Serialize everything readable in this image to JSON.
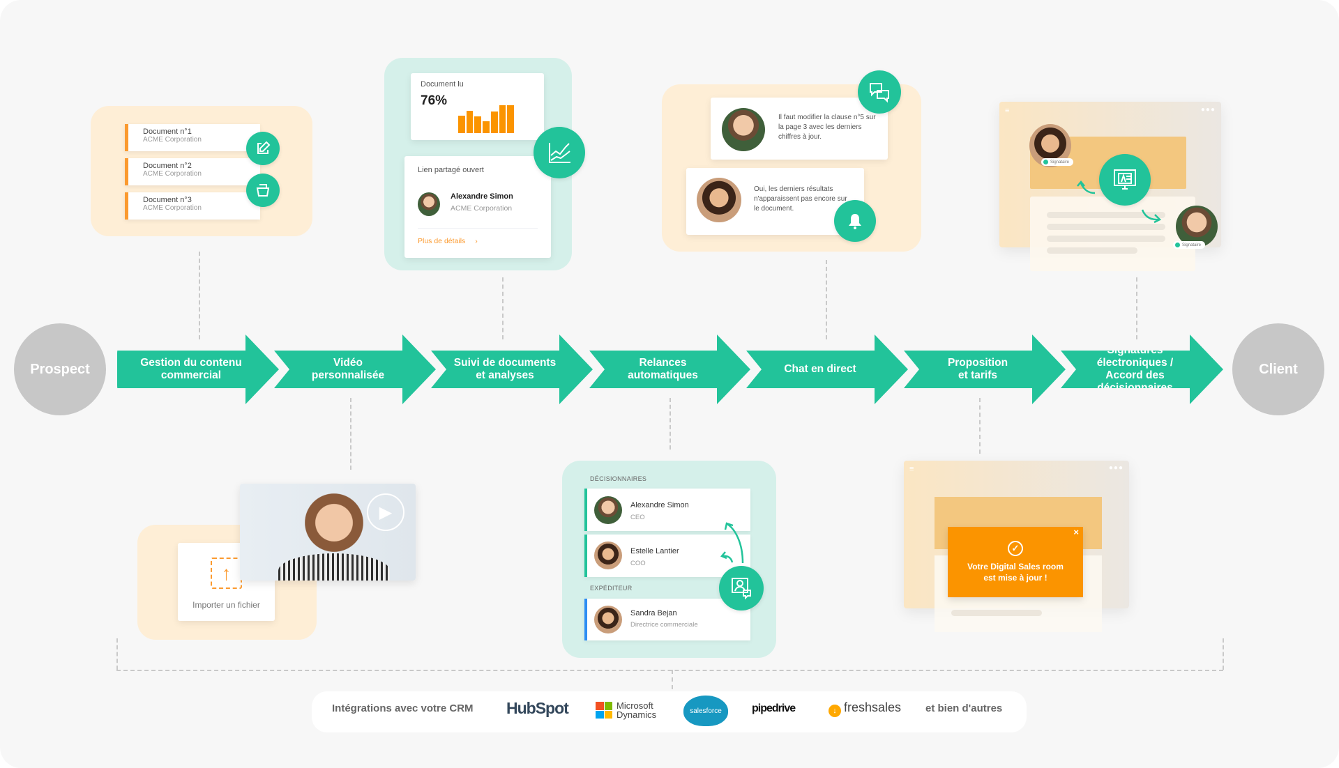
{
  "flow": {
    "start": "Prospect",
    "end": "Client",
    "steps": [
      {
        "line1": "Gestion du contenu",
        "line2": "commercial"
      },
      {
        "line1": "Vidéo",
        "line2": "personnalisée"
      },
      {
        "line1": "Suivi de documents",
        "line2": "et analyses"
      },
      {
        "line1": "Relances",
        "line2": "automatiques"
      },
      {
        "line1": "Chat en direct",
        "line2": ""
      },
      {
        "line1": "Proposition",
        "line2": "et tarifs"
      },
      {
        "line1": "Signatures électroniques /",
        "line2": "Accord des décisionnaires"
      }
    ]
  },
  "documents": [
    {
      "title": "Document n°1",
      "company": "ACME Corporation"
    },
    {
      "title": "Document n°2",
      "company": "ACME Corporation"
    },
    {
      "title": "Document n°3",
      "company": "ACME Corporation"
    }
  ],
  "tracking": {
    "doc_read_label": "Document lu",
    "doc_read_percent": "76%",
    "bars": [
      55,
      70,
      52,
      38,
      68,
      86,
      86
    ],
    "shared_link_label": "Lien partagé ouvert",
    "contact_name": "Alexandre Simon",
    "contact_company": "ACME Corporation",
    "details_link": "Plus de détails"
  },
  "chat": {
    "message1": "Il faut modifier la clause n°5 sur la page 3 avec les derniers chiffres à jour.",
    "message2": "Oui, les derniers résultats n'apparaissent pas encore sur le document."
  },
  "signature": {
    "badge1": "Signataire",
    "badge2": "Signataire"
  },
  "upload": {
    "label": "Importer un fichier"
  },
  "followup": {
    "decision_makers_label": "DÉCISIONNAIRES",
    "sender_label": "EXPÉDITEUR",
    "people": [
      {
        "name": "Alexandre Simon",
        "role": "CEO"
      },
      {
        "name": "Estelle Lantier",
        "role": "COO"
      },
      {
        "name": "Sandra Bejan",
        "role": "Directrice commerciale"
      }
    ]
  },
  "notification": {
    "line1": "Votre Digital Sales room",
    "line2": "est mise à jour !",
    "close": "×"
  },
  "crm": {
    "label": "Intégrations avec votre CRM",
    "logos": {
      "hubspot": "HubSpot",
      "microsoft1": "Microsoft",
      "microsoft2": "Dynamics",
      "salesforce": "salesforce",
      "pipedrive": "pipedrive",
      "freshsales": "freshsales"
    },
    "more": "et bien d'autres"
  },
  "colors": {
    "green": "#22c39a",
    "orange": "#fb9a2f",
    "grey": "#c7c7c7"
  }
}
